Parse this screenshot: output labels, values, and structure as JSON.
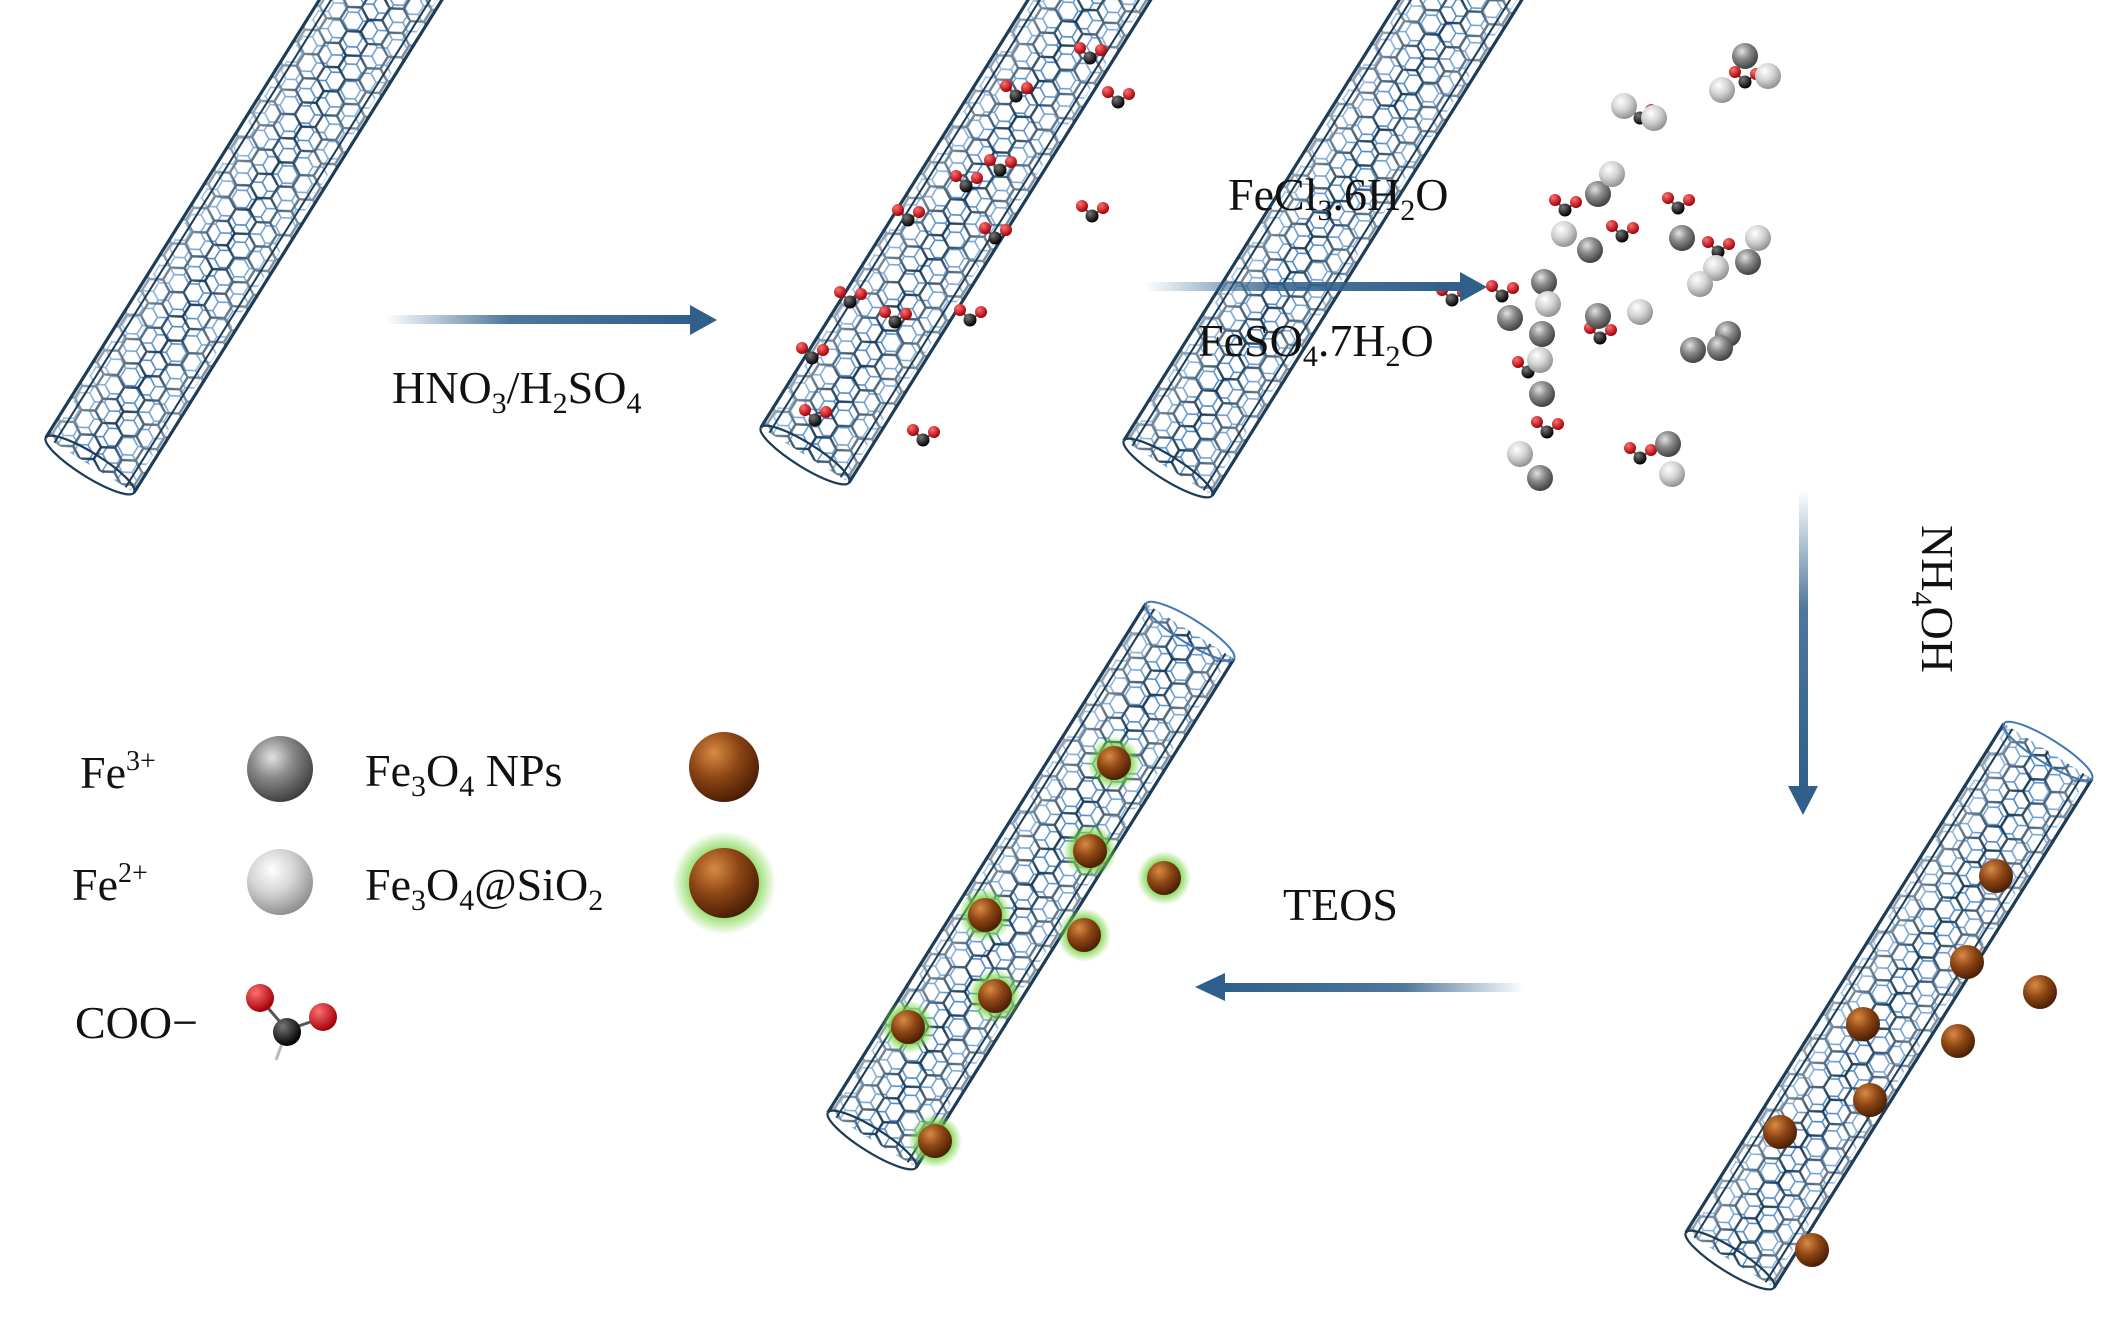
{
  "steps": {
    "acid": {
      "a": "HNO",
      "b": "3",
      "c": "/H",
      "d": "2",
      "e": "SO",
      "f": "4"
    },
    "iron_salt_1": {
      "a": "FeCl",
      "b": "3",
      "c": ".6H",
      "d": "2",
      "e": "O"
    },
    "iron_salt_2": {
      "a": "FeSO",
      "b": "4",
      "c": ".7H",
      "d": "2",
      "e": "O"
    },
    "base": {
      "a": "NH",
      "b": "4",
      "c": "OH"
    },
    "coating": "TEOS"
  },
  "legend": {
    "fe3": {
      "base": "Fe",
      "charge": "3+"
    },
    "fe2": {
      "base": "Fe",
      "charge": "2+"
    },
    "coo": "COO−",
    "np": {
      "a": "Fe",
      "b": "3",
      "c": "O",
      "d": "4",
      "e": " NPs"
    },
    "coated": {
      "a": "Fe",
      "b": "3",
      "c": "O",
      "d": "4",
      "e": "@SiO",
      "f": "2"
    }
  },
  "colors": {
    "tube": "#1c3c58",
    "tube_inner": "#3f78b8",
    "arrow": "#2f5f8a",
    "oxygen": "#d0101a",
    "carbon": "#0b0b0b",
    "fe3": "#777777",
    "fe2": "#cfcfcf",
    "fe3o4": "#8a4513",
    "silica_glow": "#72d23c"
  }
}
